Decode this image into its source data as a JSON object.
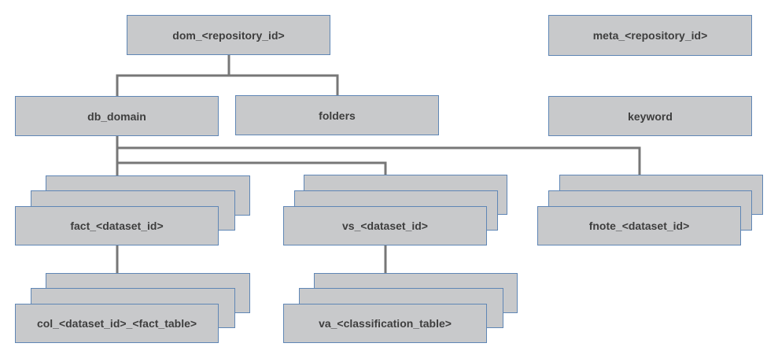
{
  "nodes": {
    "dom": "dom_<repository_id>",
    "meta": "meta_<repository_id>",
    "db_domain": "db_domain",
    "folders": "folders",
    "keyword": "keyword",
    "fact": "fact_<dataset_id>",
    "vs": "vs_<dataset_id>",
    "fnote": "fnote_<dataset_id>",
    "col": "col_<dataset_id>_<fact_table>",
    "va": "va_<classification_table>"
  },
  "colors": {
    "box_fill": "#c8c9cb",
    "box_border": "#5f86b5",
    "connector": "#777777",
    "text": "#3e3e3e"
  }
}
